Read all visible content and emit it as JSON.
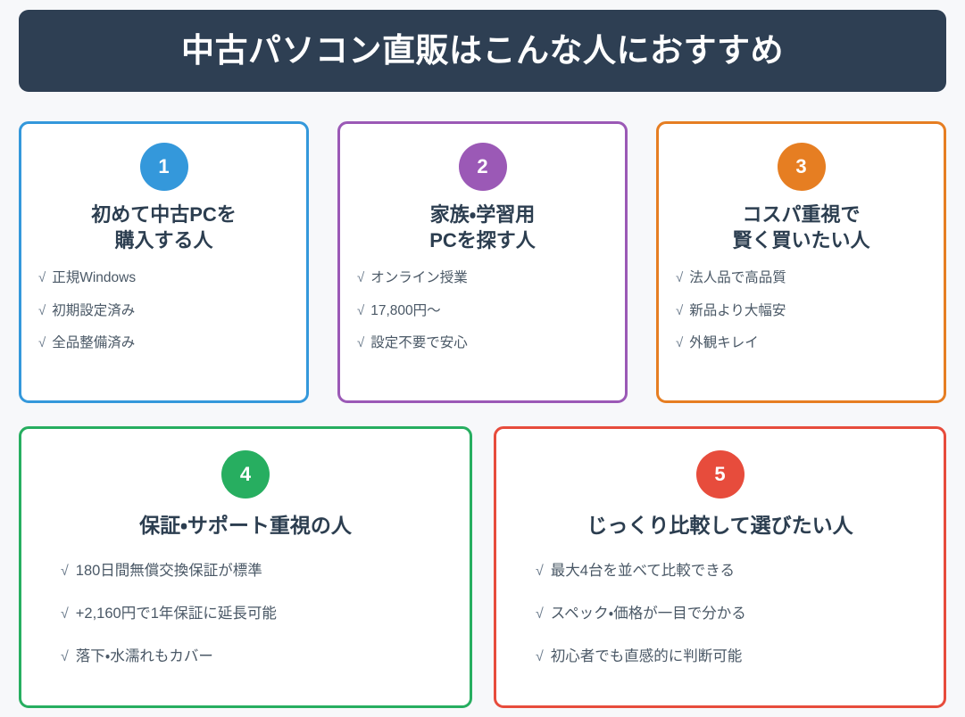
{
  "header": {
    "title": "中古パソコン直販はこんな人におすすめ",
    "background_color": "#2e3f53",
    "text_color": "#ffffff"
  },
  "page": {
    "background_color": "#f7f8fa",
    "title_color": "#2c3e50",
    "body_text_color": "#4a5866",
    "check_glyph": "√"
  },
  "cards": [
    {
      "number": "1",
      "accent_color": "#3498db",
      "title_line1": "初めて中古PCを",
      "title_line2": "購入する人",
      "items": [
        "正規Windows",
        "初期設定済み",
        "全品整備済み"
      ]
    },
    {
      "number": "2",
      "accent_color": "#9b59b6",
      "title_line1": "家族・学習用",
      "title_line2": "PCを探す人",
      "items": [
        "オンライン授業",
        "17,800円〜",
        "設定不要で安心"
      ]
    },
    {
      "number": "3",
      "accent_color": "#e67e22",
      "title_line1": "コスパ重視で",
      "title_line2": "賢く買いたい人",
      "items": [
        "法人品で高品質",
        "新品より大幅安",
        "外観キレイ"
      ]
    },
    {
      "number": "4",
      "accent_color": "#27ae60",
      "title_line1": "保証・サポート重視の人",
      "title_line2": "",
      "items": [
        "180日間無償交換保証が標準",
        "+2,160円で1年保証に延長可能",
        "落下・水濡れもカバー"
      ]
    },
    {
      "number": "5",
      "accent_color": "#e74c3c",
      "title_line1": "じっくり比較して選びたい人",
      "title_line2": "",
      "items": [
        "最大4台を並べて比較できる",
        "スペック・価格が一目で分かる",
        "初心者でも直感的に判断可能"
      ]
    }
  ]
}
